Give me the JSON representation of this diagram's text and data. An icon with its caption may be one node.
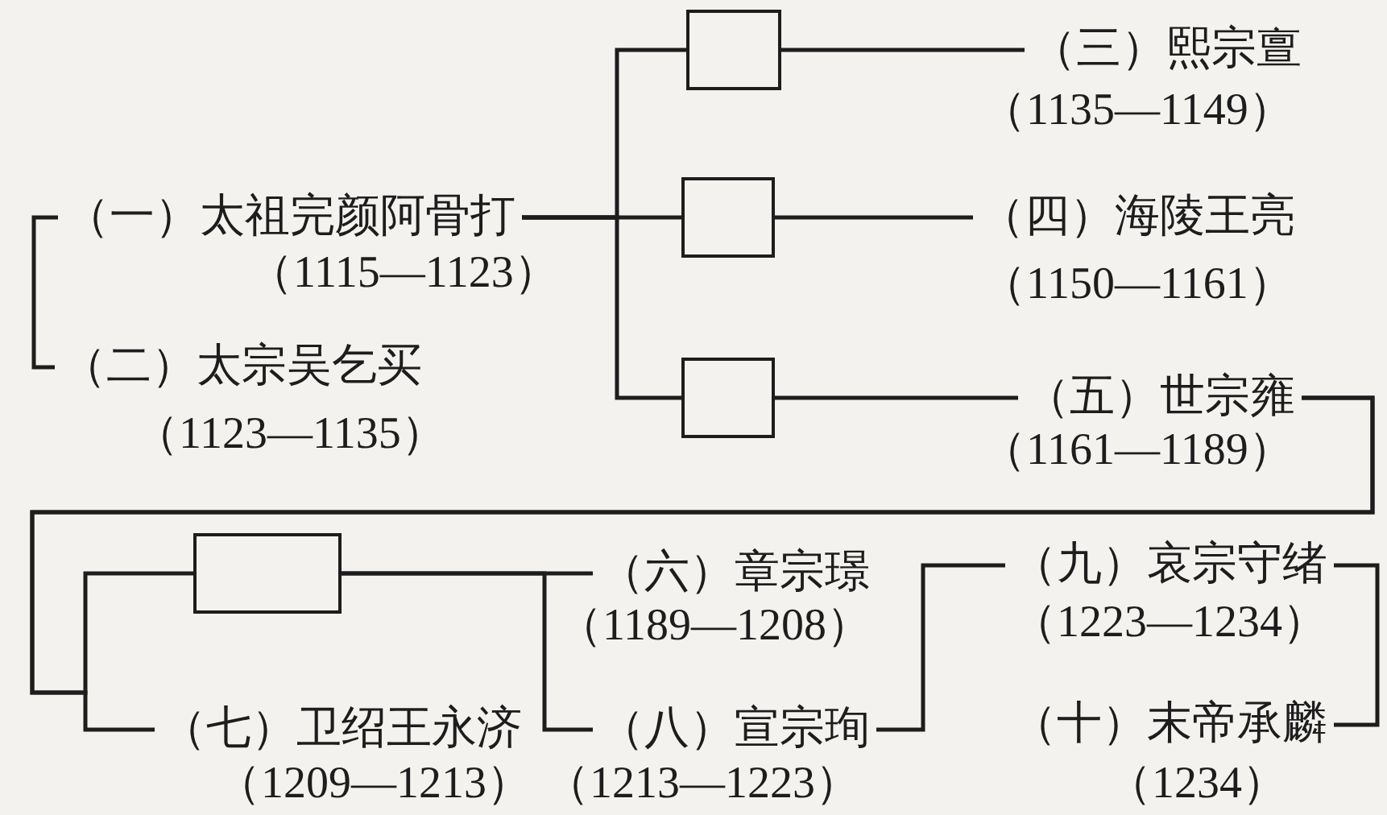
{
  "diagram": {
    "nodes": [
      {
        "text": [
          "（一）太祖完颜阿骨打"
        ],
        "beside": [
          "（1115—1123）"
        ]
      },
      {
        "text": [
          "（二）太宗吴乞买"
        ],
        "beside": [
          "（1123—1135）"
        ]
      },
      {
        "text": [],
        "shape": "box"
      },
      {
        "text": [
          "（三）熙宗亶"
        ],
        "beside": [
          "（1135—1149）"
        ]
      },
      {
        "text": [],
        "shape": "box"
      },
      {
        "text": [
          "（四）海陵王亮"
        ],
        "beside": [
          "（1150—1161）"
        ]
      },
      {
        "text": [],
        "shape": "box"
      },
      {
        "text": [
          "（五）世宗雍"
        ],
        "beside": [
          "（1161—1189）"
        ]
      },
      {
        "text": [],
        "shape": "box"
      },
      {
        "text": [
          "（六）章宗璟"
        ],
        "beside": [
          "（1189—1208）"
        ]
      },
      {
        "text": [
          "（九）哀宗守绪"
        ],
        "beside": [
          "（1223—1234）"
        ]
      },
      {
        "text": [
          "（七）卫绍王永济"
        ],
        "beside": [
          "（1209—1213）"
        ]
      },
      {
        "text": [
          "（八）宣宗珣"
        ],
        "beside": [
          "（1213—1223）"
        ]
      },
      {
        "text": [
          "（十）末帝承麟"
        ],
        "beside": [
          "（1234）"
        ]
      }
    ],
    "edges": [
      {
        "from": 0,
        "to": 1,
        "arrow": "none"
      },
      {
        "from": 0,
        "to": 2,
        "arrow": "none"
      },
      {
        "from": 0,
        "to": 4,
        "arrow": "none"
      },
      {
        "from": 0,
        "to": 6,
        "arrow": "none"
      },
      {
        "from": 2,
        "to": 3,
        "arrow": "none"
      },
      {
        "from": 4,
        "to": 5,
        "arrow": "none"
      },
      {
        "from": 6,
        "to": 7,
        "arrow": "none"
      },
      {
        "from": 7,
        "to": 8,
        "arrow": "none"
      },
      {
        "from": 7,
        "to": 11,
        "arrow": "none"
      },
      {
        "from": 8,
        "to": 9,
        "arrow": "none"
      },
      {
        "from": 8,
        "to": 12,
        "arrow": "none"
      },
      {
        "from": 12,
        "to": 10,
        "arrow": "none"
      },
      {
        "from": 10,
        "to": 13,
        "arrow": "none"
      }
    ]
  }
}
